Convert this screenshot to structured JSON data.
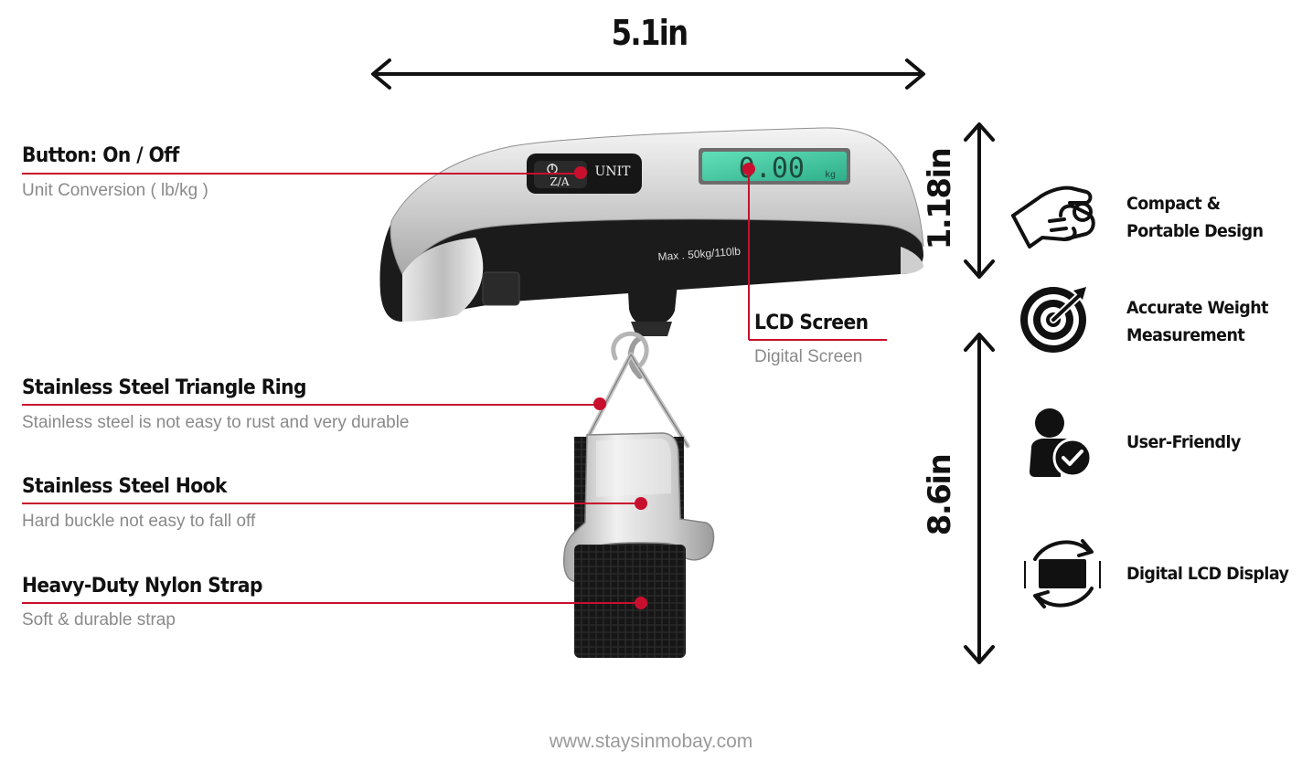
{
  "dimensions": {
    "width_label": "5.1in",
    "height_small_label": "1.18in",
    "height_large_label": "8.6in"
  },
  "callouts": [
    {
      "title": "Button: On / Off",
      "subtitle": "Unit Conversion ( lb/kg )"
    },
    {
      "title": "LCD Screen",
      "subtitle": "Digital Screen"
    },
    {
      "title": "Stainless Steel Triangle Ring",
      "subtitle": "Stainless steel is not easy to rust and very durable"
    },
    {
      "title": "Stainless Steel Hook",
      "subtitle": "Hard buckle not easy to fall off"
    },
    {
      "title": "Heavy-Duty Nylon Strap",
      "subtitle": "Soft & durable strap"
    }
  ],
  "features": [
    {
      "icon": "hand-pinch-icon",
      "line1": "Compact &",
      "line2": "Portable Design"
    },
    {
      "icon": "target-icon",
      "line1": "Accurate Weight",
      "line2": "Measurement"
    },
    {
      "icon": "user-check-icon",
      "line1": "User-Friendly",
      "line2": ""
    },
    {
      "icon": "display-rotate-icon",
      "line1": "Digital LCD Display",
      "line2": ""
    }
  ],
  "device": {
    "button_power_text": "Z/A",
    "button_unit_text": "UNIT",
    "lcd_reading": "0.00",
    "lcd_unit": "kg",
    "max_label": "Max . 50kg/110lb"
  },
  "footer": {
    "website": "www.staysinmobay.com"
  },
  "colors": {
    "accent_red": "#c8102e",
    "text_dark": "#111111",
    "text_gray": "#8a8a8a",
    "lcd_green": "#3ec9a0"
  }
}
